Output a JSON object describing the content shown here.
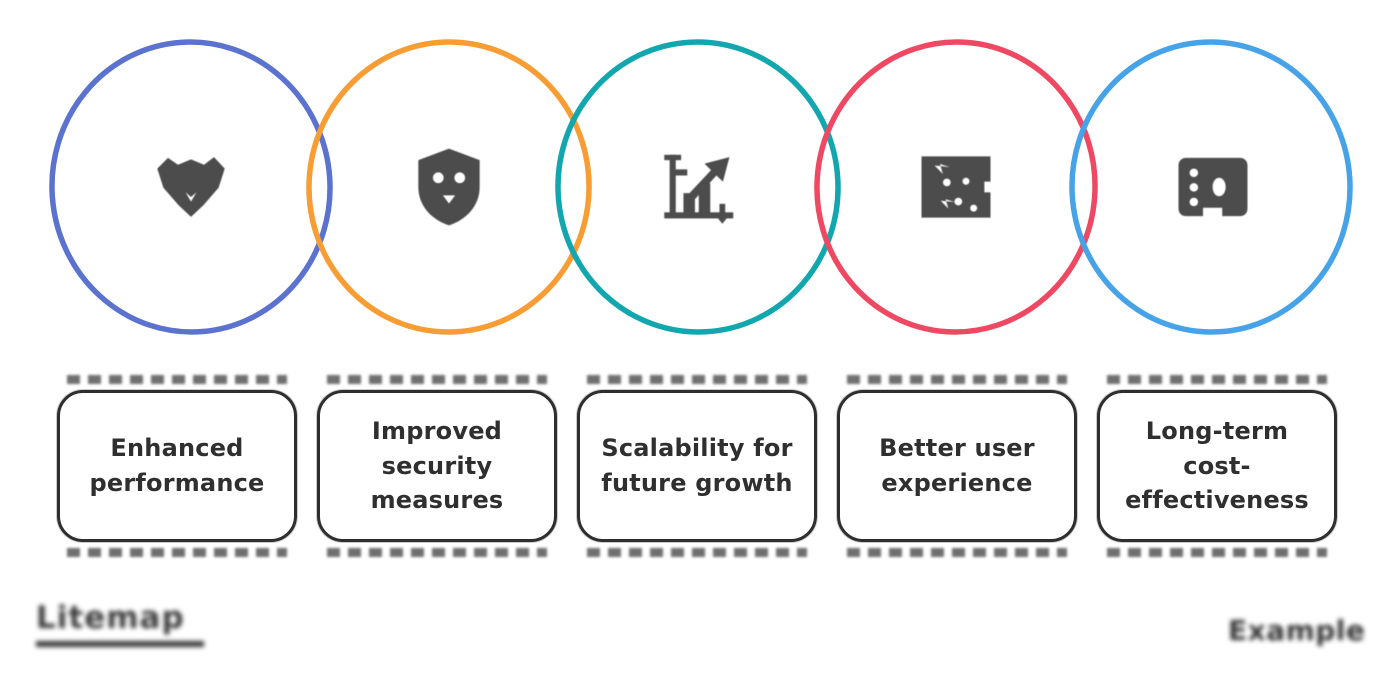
{
  "diagram": {
    "background_color": "#ffffff",
    "icon_color": "#3d3d3d",
    "items": [
      {
        "label": "Enhanced performance",
        "circle_color": "#5b72cf",
        "icon": "performance-emblem-icon"
      },
      {
        "label": "Improved security measures",
        "circle_color": "#f89d33",
        "icon": "security-shield-icon"
      },
      {
        "label": "Scalability for future growth",
        "circle_color": "#12a7ae",
        "icon": "growth-chart-icon"
      },
      {
        "label": "Better user experience",
        "circle_color": "#ee4862",
        "icon": "ux-window-icon"
      },
      {
        "label": "Long-term cost-effectiveness",
        "circle_color": "#47a3e8",
        "icon": "wallet-icon"
      }
    ]
  },
  "footer": {
    "brand_text": "Litemap",
    "watermark_text": "Example"
  }
}
